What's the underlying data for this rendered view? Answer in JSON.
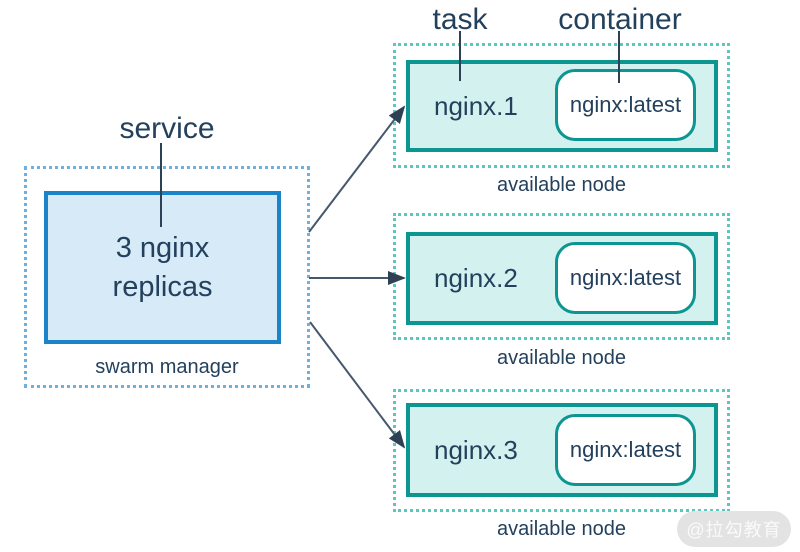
{
  "diagram": {
    "service_label": "service",
    "task_label": "task",
    "container_label": "container",
    "manager": {
      "replicas_line1": "3 nginx",
      "replicas_line2": "replicas",
      "caption": "swarm manager"
    },
    "nodes": [
      {
        "task_name": "nginx.1",
        "image": "nginx:latest",
        "caption": "available node"
      },
      {
        "task_name": "nginx.2",
        "image": "nginx:latest",
        "caption": "available node"
      },
      {
        "task_name": "nginx.3",
        "image": "nginx:latest",
        "caption": "available node"
      }
    ],
    "watermark": "@拉勾教育",
    "colors": {
      "manager_border": "#1b84c9",
      "manager_fill": "#d6eaf8",
      "manager_dotted": "#6fb0de",
      "node_border": "#0d9591",
      "node_fill": "#d3f1ef",
      "node_dotted": "#5cc6c0",
      "text": "#23405c",
      "arrow": "#46586c"
    }
  }
}
